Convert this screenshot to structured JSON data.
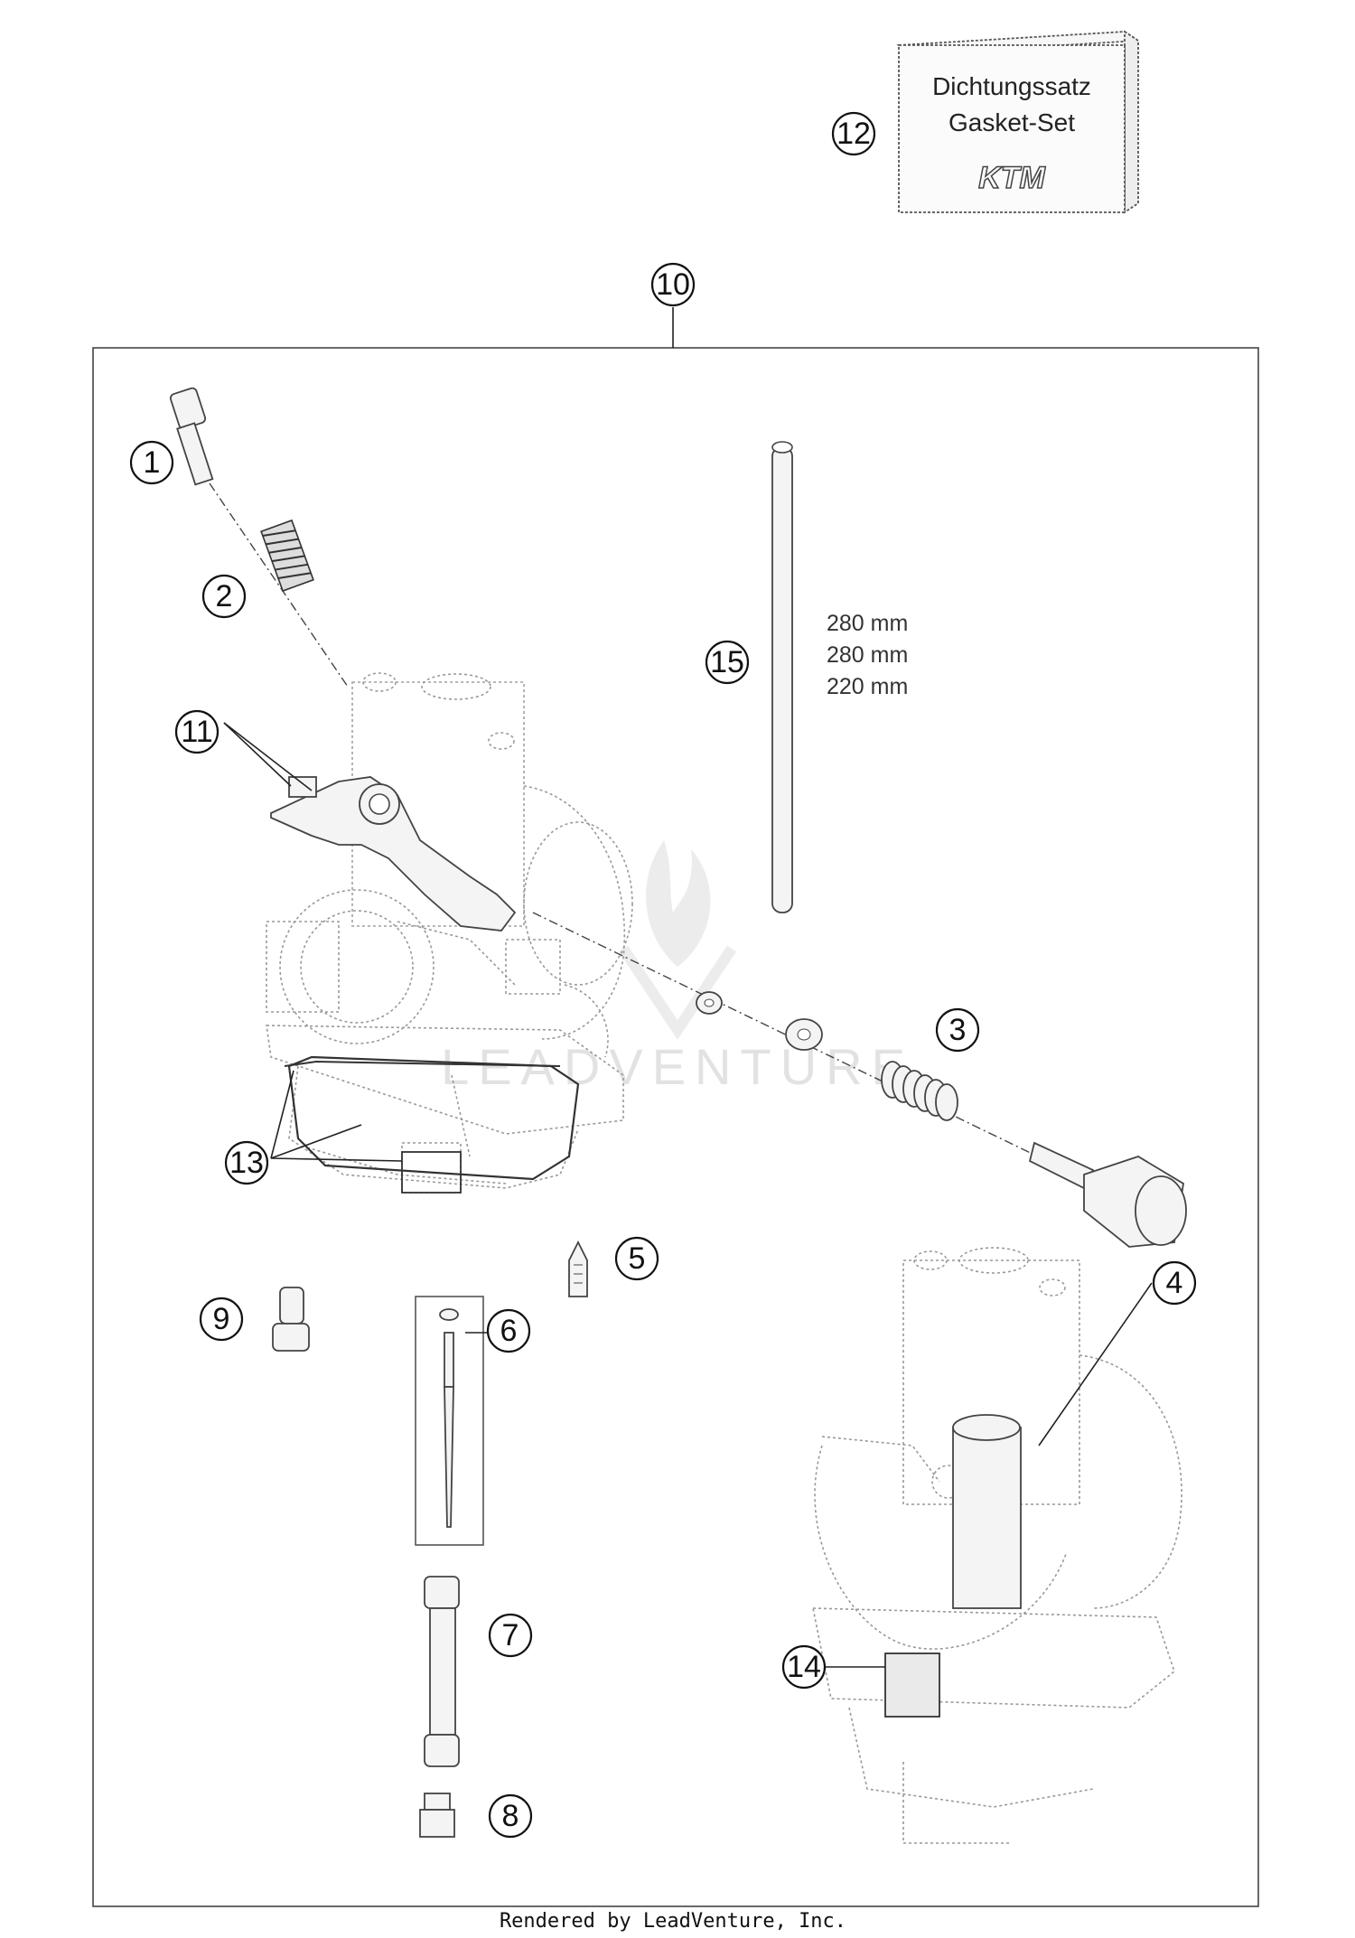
{
  "gasket_box": {
    "line1": "Dichtungssatz",
    "line2": "Gasket-Set",
    "brand": "KTM"
  },
  "callouts": [
    "1",
    "2",
    "3",
    "4",
    "5",
    "6",
    "7",
    "8",
    "9",
    "10",
    "11",
    "12",
    "13",
    "14",
    "15"
  ],
  "tube_lengths": [
    "280 mm",
    "280 mm",
    "220 mm"
  ],
  "watermark": "LEADVENTURE",
  "footer": "Rendered by LeadVenture, Inc."
}
